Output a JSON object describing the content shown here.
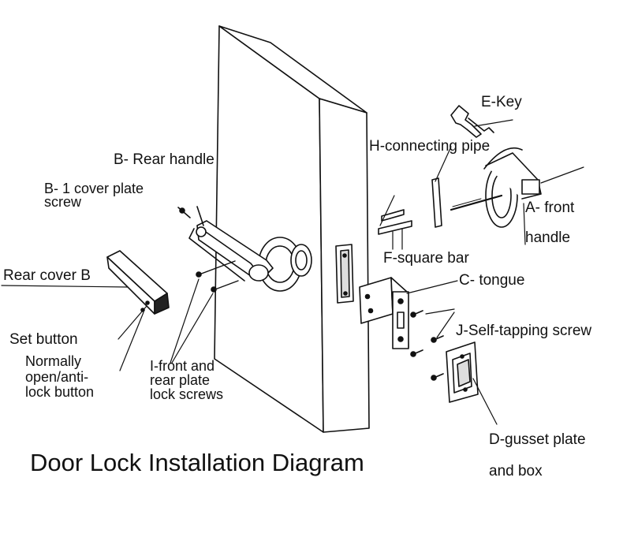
{
  "title": "Door Lock Installation Diagram",
  "labels": {
    "e_key": "E-Key",
    "h_pipe": "H-connecting pipe",
    "b_rear_handle": "B- Rear handle",
    "b1_screw_line1": "B- 1 cover plate",
    "b1_screw_line2": "screw",
    "a_front_line1": "A- front",
    "a_front_line2": "handle",
    "f_square_bar": "F-square bar",
    "c_tongue": "C- tongue",
    "rear_cover": "Rear cover B",
    "j_screw": "J-Self-tapping screw",
    "set_button": "Set button",
    "normally_line1": "Normally",
    "normally_line2": "open/anti-",
    "normally_line3": "lock button",
    "i_screws_line1": "I-front and",
    "i_screws_line2": "rear plate",
    "i_screws_line3": "lock screws",
    "d_plate_line1": "D-gusset plate",
    "d_plate_line2": "and box"
  },
  "colors": {
    "ink": "#111111",
    "background": "#ffffff"
  }
}
